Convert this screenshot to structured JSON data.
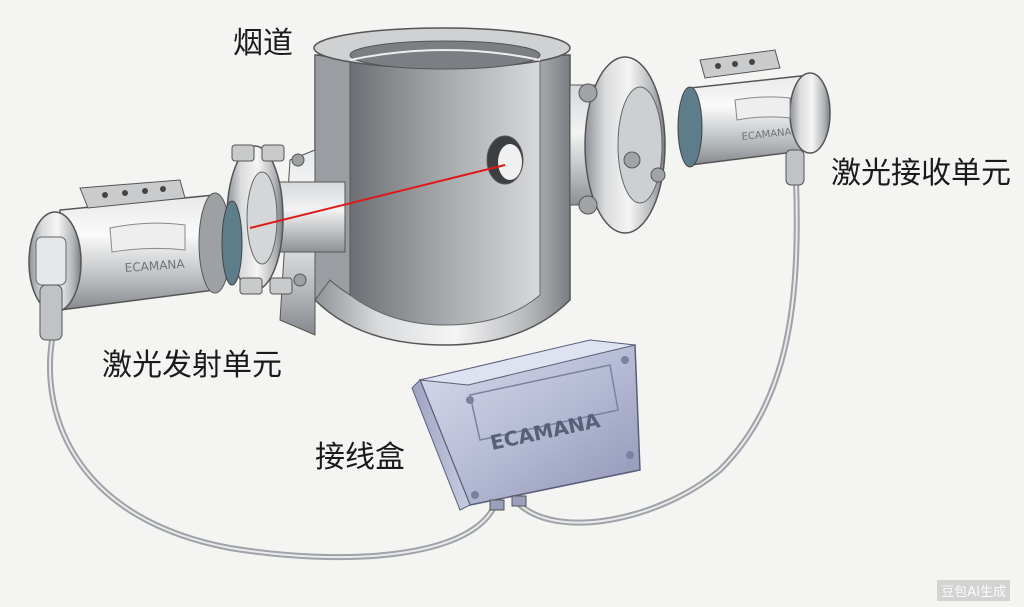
{
  "labels": {
    "flue": "烟道",
    "receiver": "激光接收单元",
    "emitter": "激光发射单元",
    "junction_box": "接线盒"
  },
  "brand": "ECAMANA",
  "watermark": "豆包AI生成",
  "colors": {
    "laser": "#e01818",
    "metal_light": "#f2f2f2",
    "metal_mid": "#b9bcc0",
    "metal_dark": "#6e7276",
    "box": "#b8bdd6",
    "teal_ring": "#5d7d8a"
  }
}
